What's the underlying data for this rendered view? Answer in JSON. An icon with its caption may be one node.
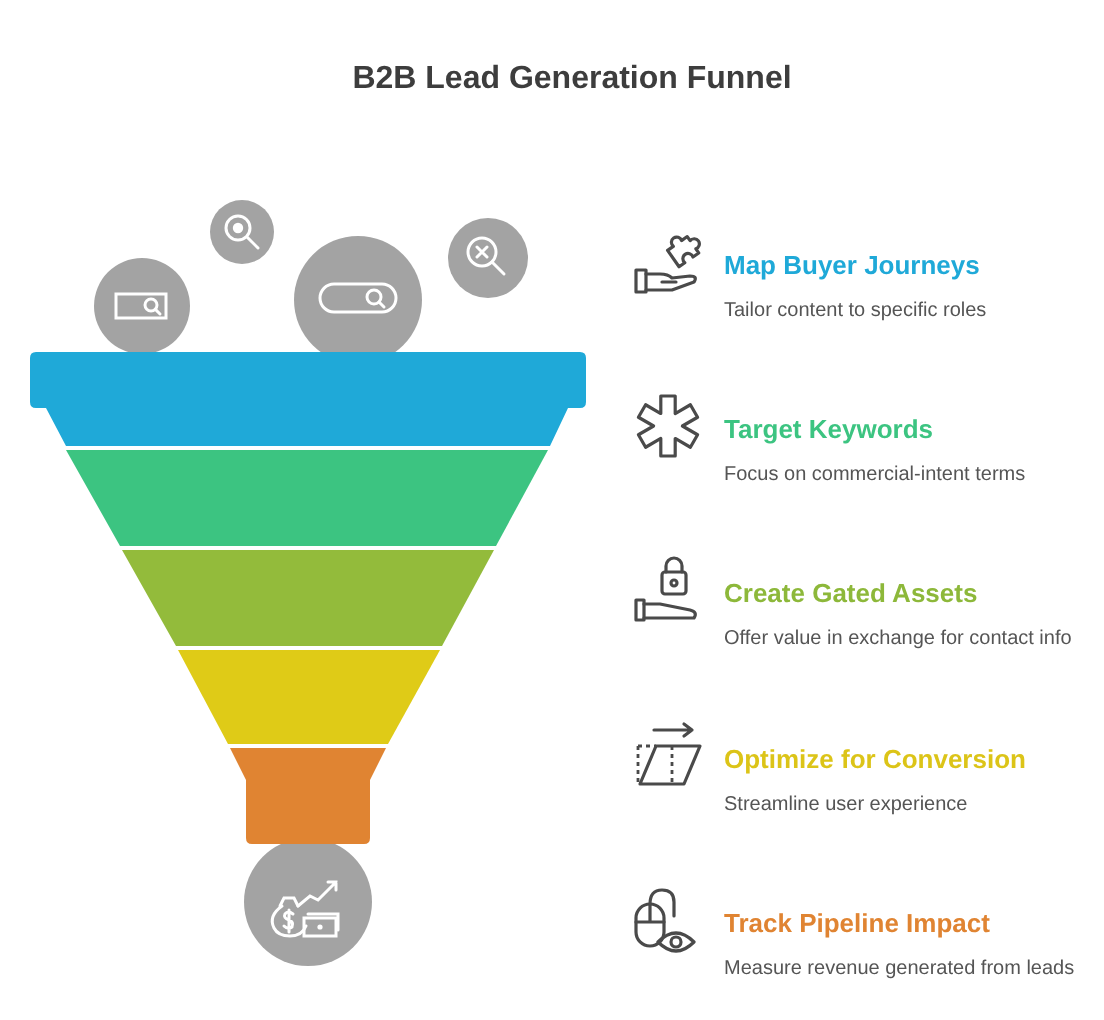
{
  "diagram": {
    "title": "B2B Lead Generation Funnel",
    "nodes": [
      {
        "text": [],
        "shape": "bar",
        "beside": [
          "Map Buyer Journeys",
          "Tailor content to specific roles"
        ]
      },
      {
        "text": [],
        "shape": "bar",
        "beside": [
          "Target Keywords",
          "Focus on commercial-intent terms"
        ]
      },
      {
        "text": [],
        "shape": "bar",
        "beside": [
          "Create Gated Assets",
          "Offer value in exchange for contact info"
        ]
      },
      {
        "text": [],
        "shape": "bar",
        "beside": [
          "Optimize for Conversion",
          "Streamline user experience"
        ]
      },
      {
        "text": [],
        "shape": "bar",
        "beside": [
          "Track Pipeline Impact",
          "Measure revenue generated from leads"
        ]
      }
    ]
  }
}
